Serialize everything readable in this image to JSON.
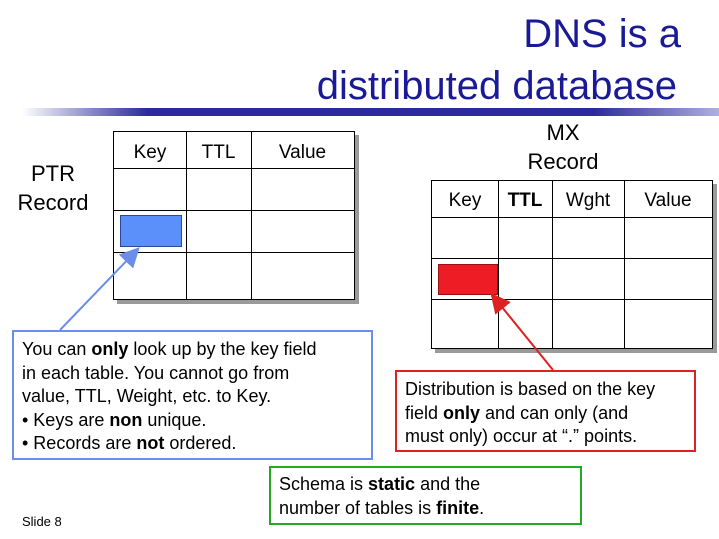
{
  "title": {
    "line1": "DNS is a",
    "line2": "distributed database"
  },
  "ptr": {
    "label_line1": "PTR",
    "label_line2": "Record",
    "headers": [
      "Key",
      "TTL",
      "Value"
    ]
  },
  "mx": {
    "label_line1": "MX",
    "label_line2": "Record",
    "headers": [
      "Key",
      "TTL",
      "Wght",
      "Value"
    ]
  },
  "colors": {
    "title": "#1a1a99",
    "ptr_key_fill": "#5b8ff9",
    "mx_key_fill": "#ee1c24",
    "blue_box": "#6b8ee8",
    "red_box": "#dd2222",
    "green_box": "#22aa22"
  },
  "left_note": {
    "l1a": "You can ",
    "l1b": "only",
    "l1c": " look up by the key field",
    "l2": "in each table.  You cannot go from",
    "l3": "value, TTL, Weight, etc. to Key.",
    "l4a": "• Keys are ",
    "l4b": "non",
    "l4c": " unique.",
    "l5a": "• Records are ",
    "l5b": "not",
    "l5c": " ordered."
  },
  "right_note": {
    "l1": "Distribution is based on the key",
    "l2a": "field ",
    "l2b": "only",
    "l2c": " and can only (and",
    "l3": "must only) occur at “.” points."
  },
  "schema_note": {
    "l1a": "Schema is ",
    "l1b": "static",
    "l1c": " and the",
    "l2a": "number of tables is ",
    "l2b": "finite",
    "l2c": "."
  },
  "footer": {
    "slide": "Slide 8"
  }
}
